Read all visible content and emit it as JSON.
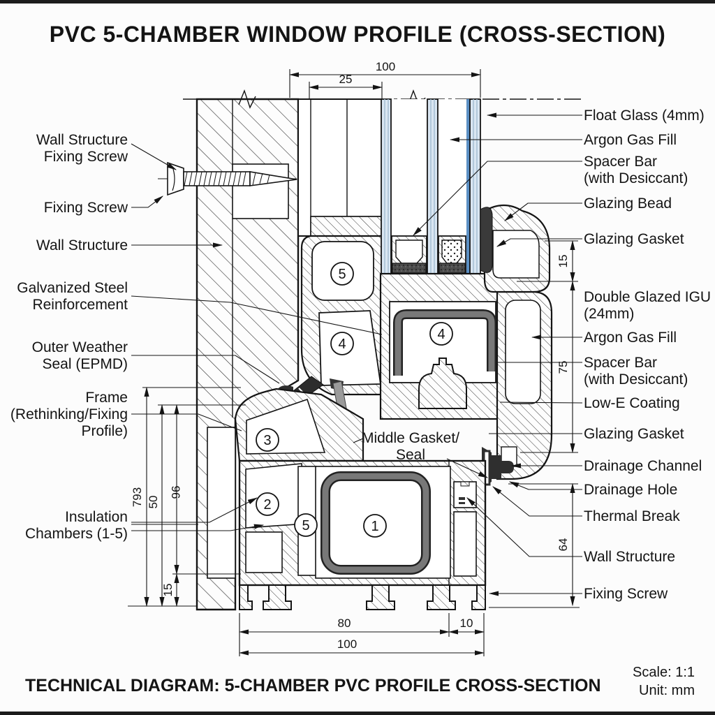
{
  "title": "PVC 5-CHAMBER WINDOW PROFILE (CROSS-SECTION)",
  "footer": {
    "caption": "TECHNICAL DIAGRAM: 5-CHAMBER PVC PROFILE CROSS-SECTION",
    "scale": "Scale: 1:1",
    "unit": "Unit: mm"
  },
  "labels": {
    "left": [
      {
        "id": "wall-structure-fixing-screw",
        "lines": [
          "Wall Structure",
          "Fixing Screw"
        ]
      },
      {
        "id": "fixing-screw",
        "lines": [
          "Fixing Screw"
        ]
      },
      {
        "id": "wall-structure",
        "lines": [
          "Wall Structure"
        ]
      },
      {
        "id": "galvanized-steel-reinforcement",
        "lines": [
          "Galvanized Steel",
          "Reinforcement"
        ]
      },
      {
        "id": "outer-weather-seal",
        "lines": [
          "Outer Weather",
          "Seal (EPMD)"
        ]
      },
      {
        "id": "frame-profile",
        "lines": [
          "Frame",
          "(Rethinking/Fixing",
          "Profile)"
        ]
      },
      {
        "id": "insulation-chambers",
        "lines": [
          "Insulation",
          "Chambers (1-5)"
        ]
      }
    ],
    "right": [
      {
        "id": "float-glass",
        "lines": [
          "Float Glass (4mm)"
        ]
      },
      {
        "id": "argon-gas-fill-top",
        "lines": [
          "Argon Gas Fill"
        ]
      },
      {
        "id": "spacer-bar-top",
        "lines": [
          "Spacer Bar",
          "(with Desiccant)"
        ]
      },
      {
        "id": "glazing-bead",
        "lines": [
          "Glazing Bead"
        ]
      },
      {
        "id": "glazing-gasket-top",
        "lines": [
          "Glazing Gasket"
        ]
      },
      {
        "id": "double-glazed-igu",
        "lines": [
          "Double Glazed IGU",
          "(24mm)"
        ]
      },
      {
        "id": "argon-gas-fill-mid",
        "lines": [
          "Argon Gas Fill"
        ]
      },
      {
        "id": "spacer-bar-mid",
        "lines": [
          "Spacer Bar",
          "(with Desiccant)"
        ]
      },
      {
        "id": "low-e-coating",
        "lines": [
          "Low-E Coating"
        ]
      },
      {
        "id": "glazing-gasket-mid",
        "lines": [
          "Glazing Gasket"
        ]
      },
      {
        "id": "drainage-channel",
        "lines": [
          "Drainage Channel"
        ]
      },
      {
        "id": "drainage-hole",
        "lines": [
          "Drainage Hole"
        ]
      },
      {
        "id": "thermal-break",
        "lines": [
          "Thermal Break"
        ]
      },
      {
        "id": "wall-structure-right",
        "lines": [
          "Wall Structure"
        ]
      },
      {
        "id": "fixing-screw-right",
        "lines": [
          "Fixing Screw"
        ]
      }
    ],
    "middle": {
      "id": "middle-gasket-seal",
      "lines": [
        "Middle Gasket/",
        "Seal"
      ]
    }
  },
  "dims": {
    "top": [
      "100",
      "25"
    ],
    "bottom": [
      "80",
      "10",
      "100"
    ],
    "left": [
      "793",
      "50",
      "96",
      "15"
    ],
    "right": [
      "15",
      "75",
      "64"
    ]
  },
  "callouts": [
    "5",
    "4",
    "4",
    "3",
    "2",
    "5",
    "1"
  ],
  "colors": {
    "line": "#141414",
    "glass": "#d9e6f2",
    "glass_stripe": "#a8c0d4",
    "low_e": "#5b8fc4",
    "steel": "#6e6e6e",
    "gasket": "#333333",
    "seal_strip": "#9a9a9a"
  }
}
